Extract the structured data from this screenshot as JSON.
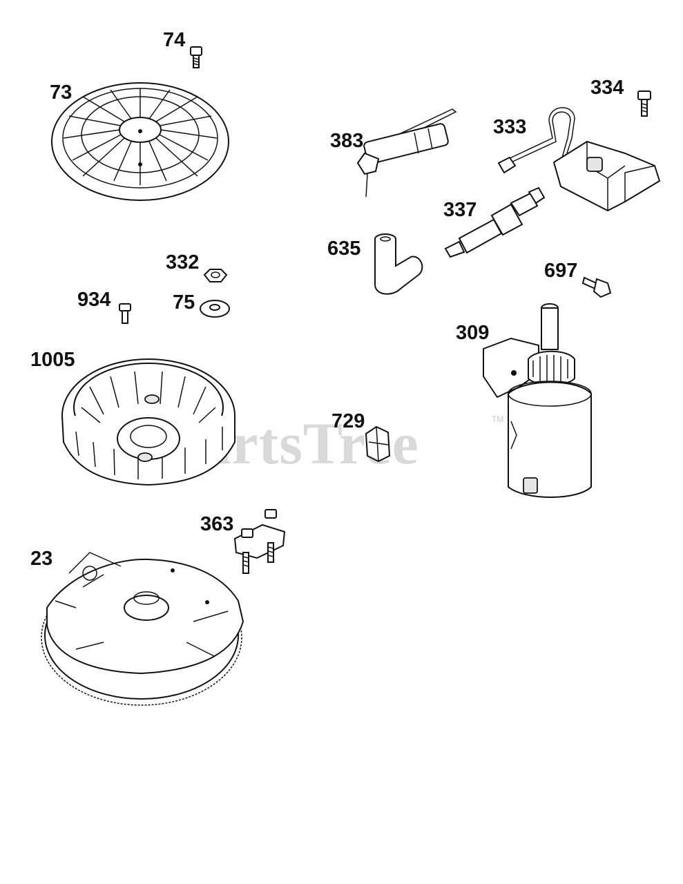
{
  "watermark": {
    "text": "PartsTree",
    "tm": "TM"
  },
  "parts": [
    {
      "id": "73"
    },
    {
      "id": "74"
    },
    {
      "id": "383"
    },
    {
      "id": "333"
    },
    {
      "id": "334"
    },
    {
      "id": "337"
    },
    {
      "id": "635"
    },
    {
      "id": "697"
    },
    {
      "id": "332"
    },
    {
      "id": "934"
    },
    {
      "id": "75"
    },
    {
      "id": "1005"
    },
    {
      "id": "309"
    },
    {
      "id": "729"
    },
    {
      "id": "363"
    },
    {
      "id": "23"
    }
  ]
}
